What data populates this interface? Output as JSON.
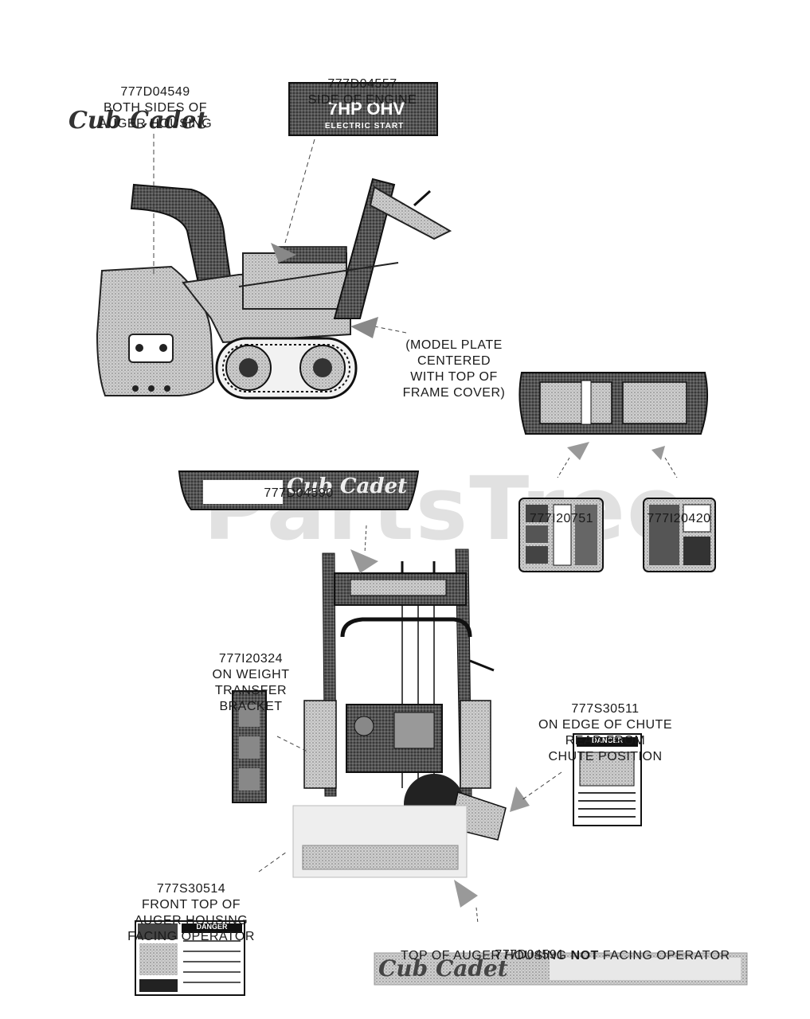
{
  "watermark": "PartsTree",
  "labels": {
    "l549": [
      "777D04549",
      "BOTH SIDES OF",
      "AUGER HOUSING"
    ],
    "l557": [
      "777D04557",
      "SIDE OF ENGINE"
    ],
    "model_plate": [
      "(MODEL PLATE",
      "CENTERED",
      "WITH TOP OF",
      "FRAME COVER)"
    ],
    "l590": [
      "777D04590"
    ],
    "l751": [
      "777I20751"
    ],
    "l420": [
      "777I20420"
    ],
    "l324": [
      "777I20324",
      "ON WEIGHT",
      "TRANSFER",
      "BRACKET"
    ],
    "l511": [
      "777S30511",
      "ON EDGE OF CHUTE",
      "READ FROM",
      "CHUTE POSITION"
    ],
    "l514": [
      "777S30514",
      "FRONT TOP OF",
      "AUGER HOUSING",
      "FACING OPERATOR"
    ],
    "l591_num": "777D04591",
    "l591_pre": "TOP OF AUGER HOUSING ",
    "l591_bold": "NOT",
    "l591_post": " FACING OPERATOR"
  },
  "decals": {
    "brand": "Cub Cadet",
    "engine_hp": "7HP OHV",
    "engine_sub": "ELECTRIC START",
    "danger": "DANGER"
  },
  "colors": {
    "dark": "#2a2a2a",
    "mid": "#8a8a8a",
    "light": "#d8d8d8"
  }
}
